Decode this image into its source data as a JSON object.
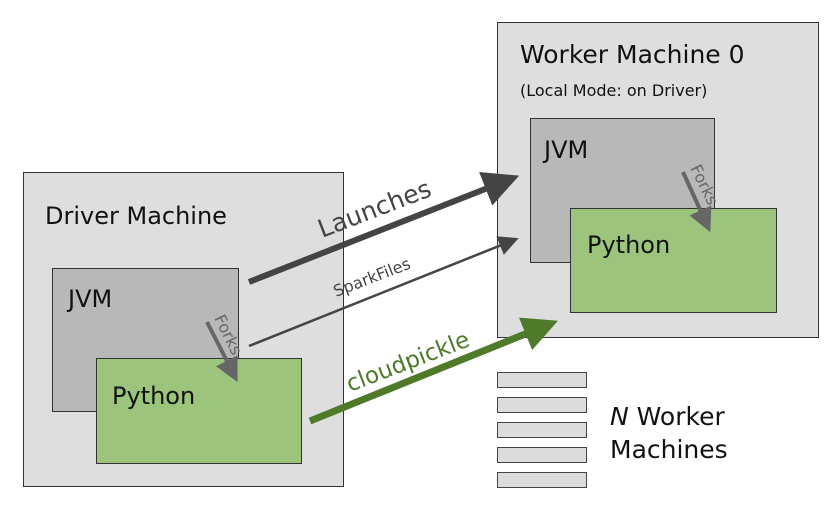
{
  "driver": {
    "title": "Driver Machine",
    "jvm_label": "JVM",
    "python_label": "Python",
    "forks_label": "Forks"
  },
  "worker0": {
    "title": "Worker Machine 0",
    "subtitle": "(Local Mode: on Driver)",
    "jvm_label": "JVM",
    "python_label": "Python",
    "forks_label": "Forks"
  },
  "connections": {
    "launches": "Launches",
    "sparkfiles": "SparkFiles",
    "cloudpickle": "cloudpickle"
  },
  "workers_note": {
    "n": "N",
    "line1_rest": " Worker",
    "line2": "Machines"
  },
  "colors": {
    "machine": "#dedede",
    "jvm": "#b8b8b8",
    "python": "#9dc47c",
    "cloudpickle": "#4f7a2a",
    "arrow_dark": "#444444",
    "forks_arrow": "#666666"
  }
}
